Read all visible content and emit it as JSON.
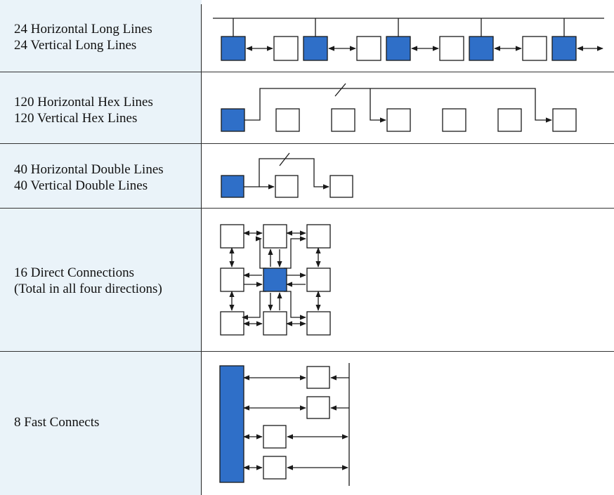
{
  "colors": {
    "filled_block": "#2f6fc8",
    "empty_block": "#ffffff",
    "line": "#1a1a1a",
    "label_column": "#eaf3f9"
  },
  "rows": [
    {
      "line1": "24 Horizontal Long Lines",
      "line2": "24 Vertical Long Lines"
    },
    {
      "line1": "120 Horizontal Hex Lines",
      "line2": "120 Vertical Hex Lines"
    },
    {
      "line1": "40 Horizontal Double Lines",
      "line2": "40 Vertical Double Lines"
    },
    {
      "line1": "16 Direct Connections",
      "line2": "(Total in all four directions)"
    },
    {
      "line1": "8 Fast Connects",
      "line2": ""
    }
  ]
}
